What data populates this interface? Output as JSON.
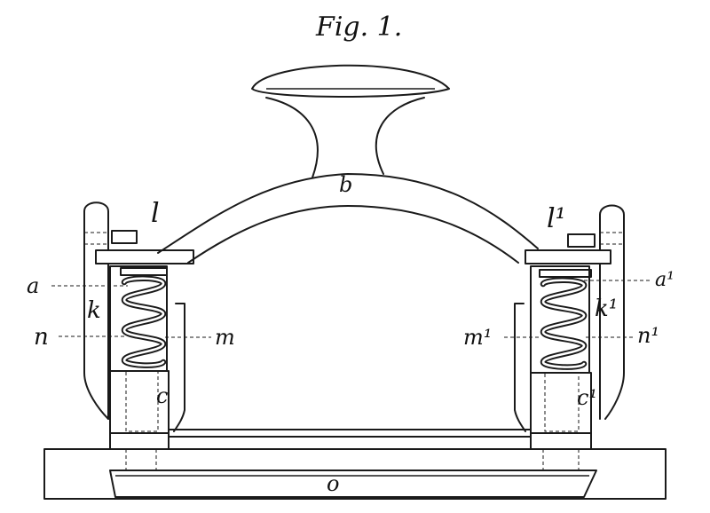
{
  "figure": {
    "title": "Fig. 1.",
    "labels": {
      "a": "a",
      "a1": "a¹",
      "b": "b",
      "c": "c",
      "c1": "c¹",
      "k": "k",
      "k1": "k¹",
      "l": "l",
      "l1": "l¹",
      "m": "m",
      "m1": "m¹",
      "n": "n",
      "n1": "n¹",
      "o": "o"
    },
    "ink_color": "#1a1a1a",
    "paper_color": "#ffffff"
  }
}
